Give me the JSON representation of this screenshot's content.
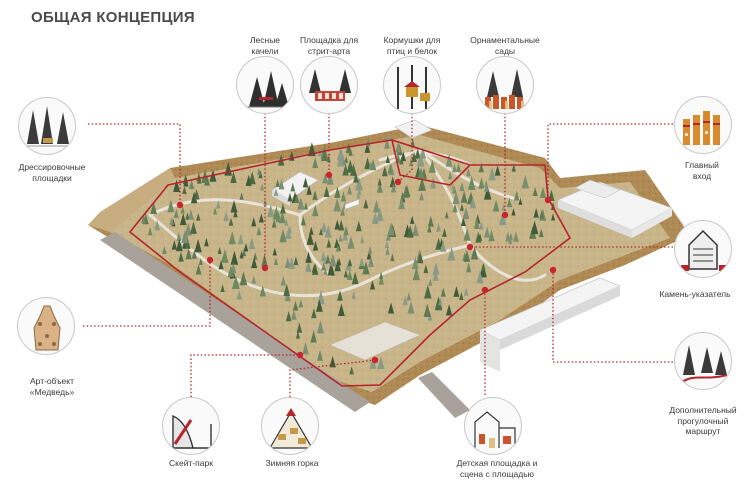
{
  "title": "ОБЩАЯ КОНЦЕПЦИЯ",
  "accent_color": "#b3262e",
  "callouts": [
    {
      "id": "forest-swings",
      "label": "Лесные\nкачели",
      "icon": "forest-swings-icon"
    },
    {
      "id": "street-art",
      "label": "Площадка для\nстрит-арта",
      "icon": "street-art-icon"
    },
    {
      "id": "feeders",
      "label": "Кормушки для\nптиц и белок",
      "icon": "bird-feeder-icon"
    },
    {
      "id": "ornamental-gardens",
      "label": "Орнаментальные\nсады",
      "icon": "garden-icon"
    },
    {
      "id": "training-grounds",
      "label": "Дрессировочные\nплощадки",
      "icon": "training-ground-icon"
    },
    {
      "id": "main-entrance",
      "label": "Главный\nвход",
      "icon": "entrance-icon"
    },
    {
      "id": "stone-pointer",
      "label": "Камень-указатель",
      "icon": "stone-pointer-icon"
    },
    {
      "id": "bear-art",
      "label": "Арт-объект\n«Медведь»",
      "icon": "bear-sculpture-icon"
    },
    {
      "id": "extra-route",
      "label": "Дополнительный\nпрогулочный\nмаршрут",
      "icon": "walking-route-icon"
    },
    {
      "id": "skate-park",
      "label": "Скейт-парк",
      "icon": "skate-ramp-icon"
    },
    {
      "id": "winter-slide",
      "label": "Зимняя горка",
      "icon": "winter-slide-icon"
    },
    {
      "id": "playground",
      "label": "Детская площадка и\nсцена с площадью",
      "icon": "playground-icon"
    }
  ]
}
